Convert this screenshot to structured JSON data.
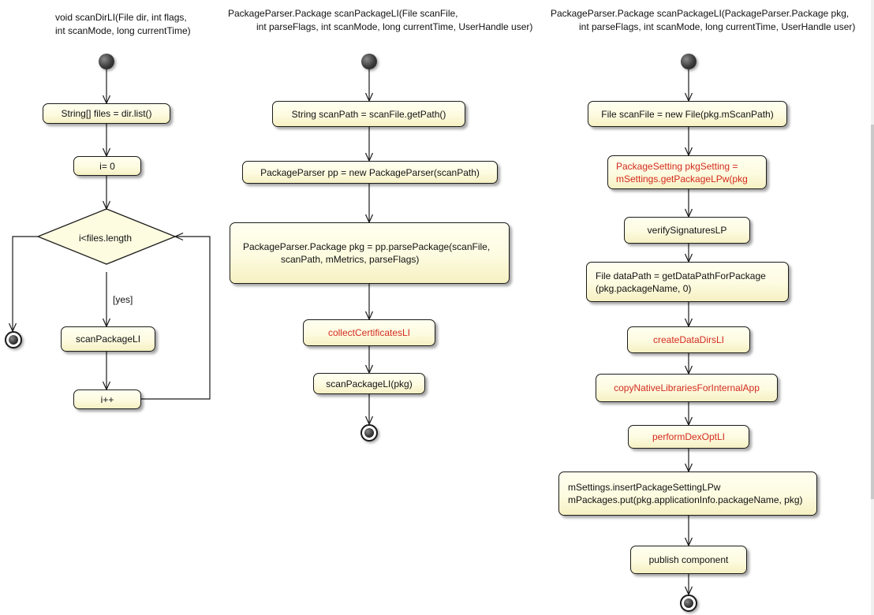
{
  "columns": [
    {
      "signature": [
        "void scanDirLI(File dir, int flags,",
        "int scanMode, long currentTime)"
      ],
      "nodes": [
        {
          "text": [
            "String[] files = dir.list()"
          ]
        },
        {
          "text": [
            "i= 0"
          ]
        },
        {
          "text": [
            "scanPackageLI"
          ]
        },
        {
          "text": [
            "i++"
          ]
        }
      ],
      "decision": {
        "text": "i<files.length",
        "guard": "[yes]"
      }
    },
    {
      "signature": [
        "PackageParser.Package scanPackageLI(File scanFile,",
        "int parseFlags, int scanMode, long currentTime, UserHandle user)"
      ],
      "nodes": [
        {
          "text": [
            "String scanPath = scanFile.getPath()"
          ]
        },
        {
          "text": [
            "PackageParser pp = new PackageParser(scanPath)"
          ]
        },
        {
          "text": [
            "PackageParser.Package pkg = pp.parsePackage(scanFile,",
            "scanPath, mMetrics, parseFlags)"
          ]
        },
        {
          "text": [
            "collectCertificatesLI"
          ],
          "highlight": true
        },
        {
          "text": [
            "scanPackageLI(pkg)"
          ]
        }
      ]
    },
    {
      "signature": [
        "PackageParser.Package scanPackageLI(PackageParser.Package pkg,",
        "int parseFlags, int scanMode, long currentTime, UserHandle user)"
      ],
      "nodes": [
        {
          "text": [
            "File scanFile = new File(pkg.mScanPath)"
          ]
        },
        {
          "text": [
            "PackageSetting pkgSetting =",
            "mSettings.getPackageLPw(pkg"
          ],
          "highlight": true
        },
        {
          "text": [
            "verifySignaturesLP"
          ]
        },
        {
          "text": [
            "File dataPath = getDataPathForPackage",
            "(pkg.packageName, 0)"
          ]
        },
        {
          "text": [
            "createDataDirsLI"
          ],
          "highlight": true
        },
        {
          "text": [
            "copyNativeLibrariesForInternalApp"
          ],
          "highlight": true
        },
        {
          "text": [
            "performDexOptLI"
          ],
          "highlight": true
        },
        {
          "text": [
            "mSettings.insertPackageSettingLPw",
            "mPackages.put(pkg.applicationInfo.packageName, pkg)"
          ]
        },
        {
          "text": [
            "publish component"
          ]
        }
      ]
    }
  ],
  "colors": {
    "highlight": "#d42a1e",
    "node_fill": "#fdfbe0",
    "stroke": "#1b1b1b"
  }
}
